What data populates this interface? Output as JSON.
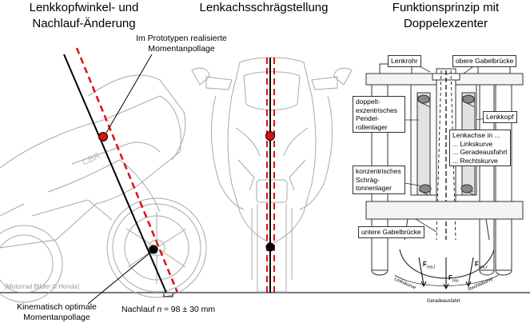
{
  "titles": {
    "left": [
      "Lenkkopfwinkel- und",
      "Nachlauf-Änderung"
    ],
    "middle": "Lenkachsschrägstellung",
    "right": [
      "Funktionsprinzip mit",
      "Doppelexzenter"
    ]
  },
  "left": {
    "prototype_label": [
      "Im Prototypen realisierte",
      "Momentanpollage"
    ],
    "optimal_label": [
      "Kinematisch optimale",
      "Momentanpollage"
    ],
    "trail_prefix": "Nachlauf ",
    "trail_symbol": "n",
    "trail_value": " ≈ 98 ± 30 mm",
    "credit": "[Motorrad Bilder © Honda]"
  },
  "right": {
    "boxes": {
      "lenkrohr": "Lenkrohr",
      "obere": "obere Gabelbrücke",
      "pendel": [
        "doppelt-",
        "exzentrisches",
        "Pendel-",
        "rollenlager"
      ],
      "lenkkopf": "Lenkkopf",
      "lenkachse": [
        "Lenkachse in ...",
        "... Linkskurve",
        "... Geradeausfahrt",
        "... Rechtskurve"
      ],
      "konz": [
        "konzentrisches",
        "Schräg-",
        "tonnenlager"
      ],
      "untere": "untere Gabelbrücke"
    },
    "forces": {
      "f_symbol": "F",
      "left_sub": "res,l",
      "mid_sub": "res",
      "right_sub": "res,r"
    },
    "curve_labels": {
      "left": "Linkskurve",
      "mid": "Geradeausfahrt",
      "right": "Rechtskurve"
    }
  },
  "colors": {
    "axis_red": "#dd1111",
    "line": "#000000",
    "drawing": "#9a9a9a"
  }
}
